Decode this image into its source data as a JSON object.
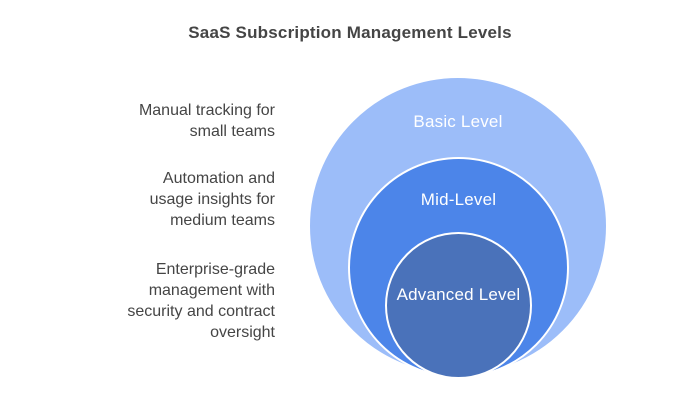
{
  "title": "SaaS Subscription Management Levels",
  "colors": {
    "background": "#ffffff",
    "basic": "#9cbdf9",
    "mid": "#4c85e9",
    "advanced": "#4a72ba",
    "text": "#454545",
    "label": "#ffffff",
    "circle_border": "#ffffff"
  },
  "levels": [
    {
      "id": "basic",
      "label": "Basic Level",
      "description": "Manual tracking for\nsmall teams"
    },
    {
      "id": "mid",
      "label": "Mid-Level",
      "description": "Automation and\nusage insights for\nmedium teams"
    },
    {
      "id": "advanced",
      "label": "Advanced Level",
      "description": "Enterprise-grade\nmanagement with\nsecurity and contract\noversight"
    }
  ]
}
